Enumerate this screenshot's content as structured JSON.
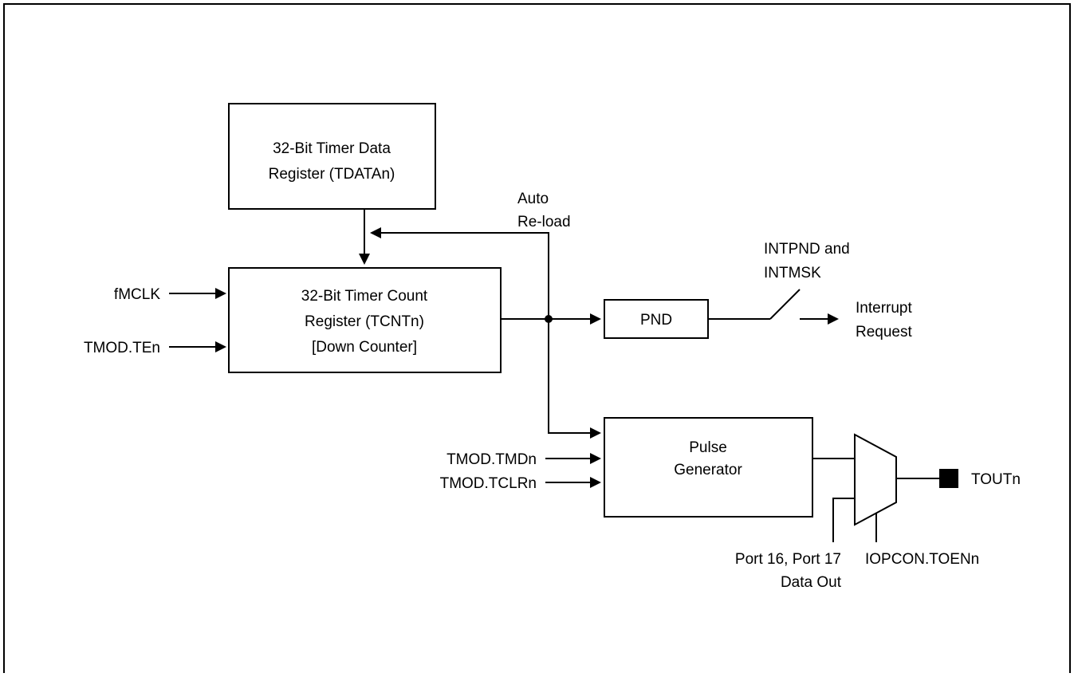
{
  "blocks": {
    "tdata": {
      "lines": [
        "32-Bit Timer Data",
        "Register (TDATAn)"
      ]
    },
    "tcnt": {
      "lines": [
        "32-Bit Timer Count",
        "Register (TCNTn)",
        "[Down Counter]"
      ]
    },
    "pnd": {
      "label": "PND"
    },
    "pulse": {
      "lines": [
        "Pulse",
        "Generator"
      ]
    }
  },
  "labels": {
    "auto_reload": [
      "Auto",
      "Re-load"
    ],
    "intpnd_intmsk": [
      "INTPND and",
      "INTMSK"
    ],
    "interrupt_request": [
      "Interrupt",
      "Request"
    ],
    "port_data_out": [
      "Port 16, Port 17",
      "Data Out"
    ],
    "iopcon_toen": "IOPCON.TOENn",
    "tout": "TOUTn"
  },
  "inputs": {
    "fmclk": "fMCLK",
    "tmod_ten": "TMOD.TEn",
    "tmod_tmd": "TMOD.TMDn",
    "tmod_tclr": "TMOD.TCLRn"
  }
}
